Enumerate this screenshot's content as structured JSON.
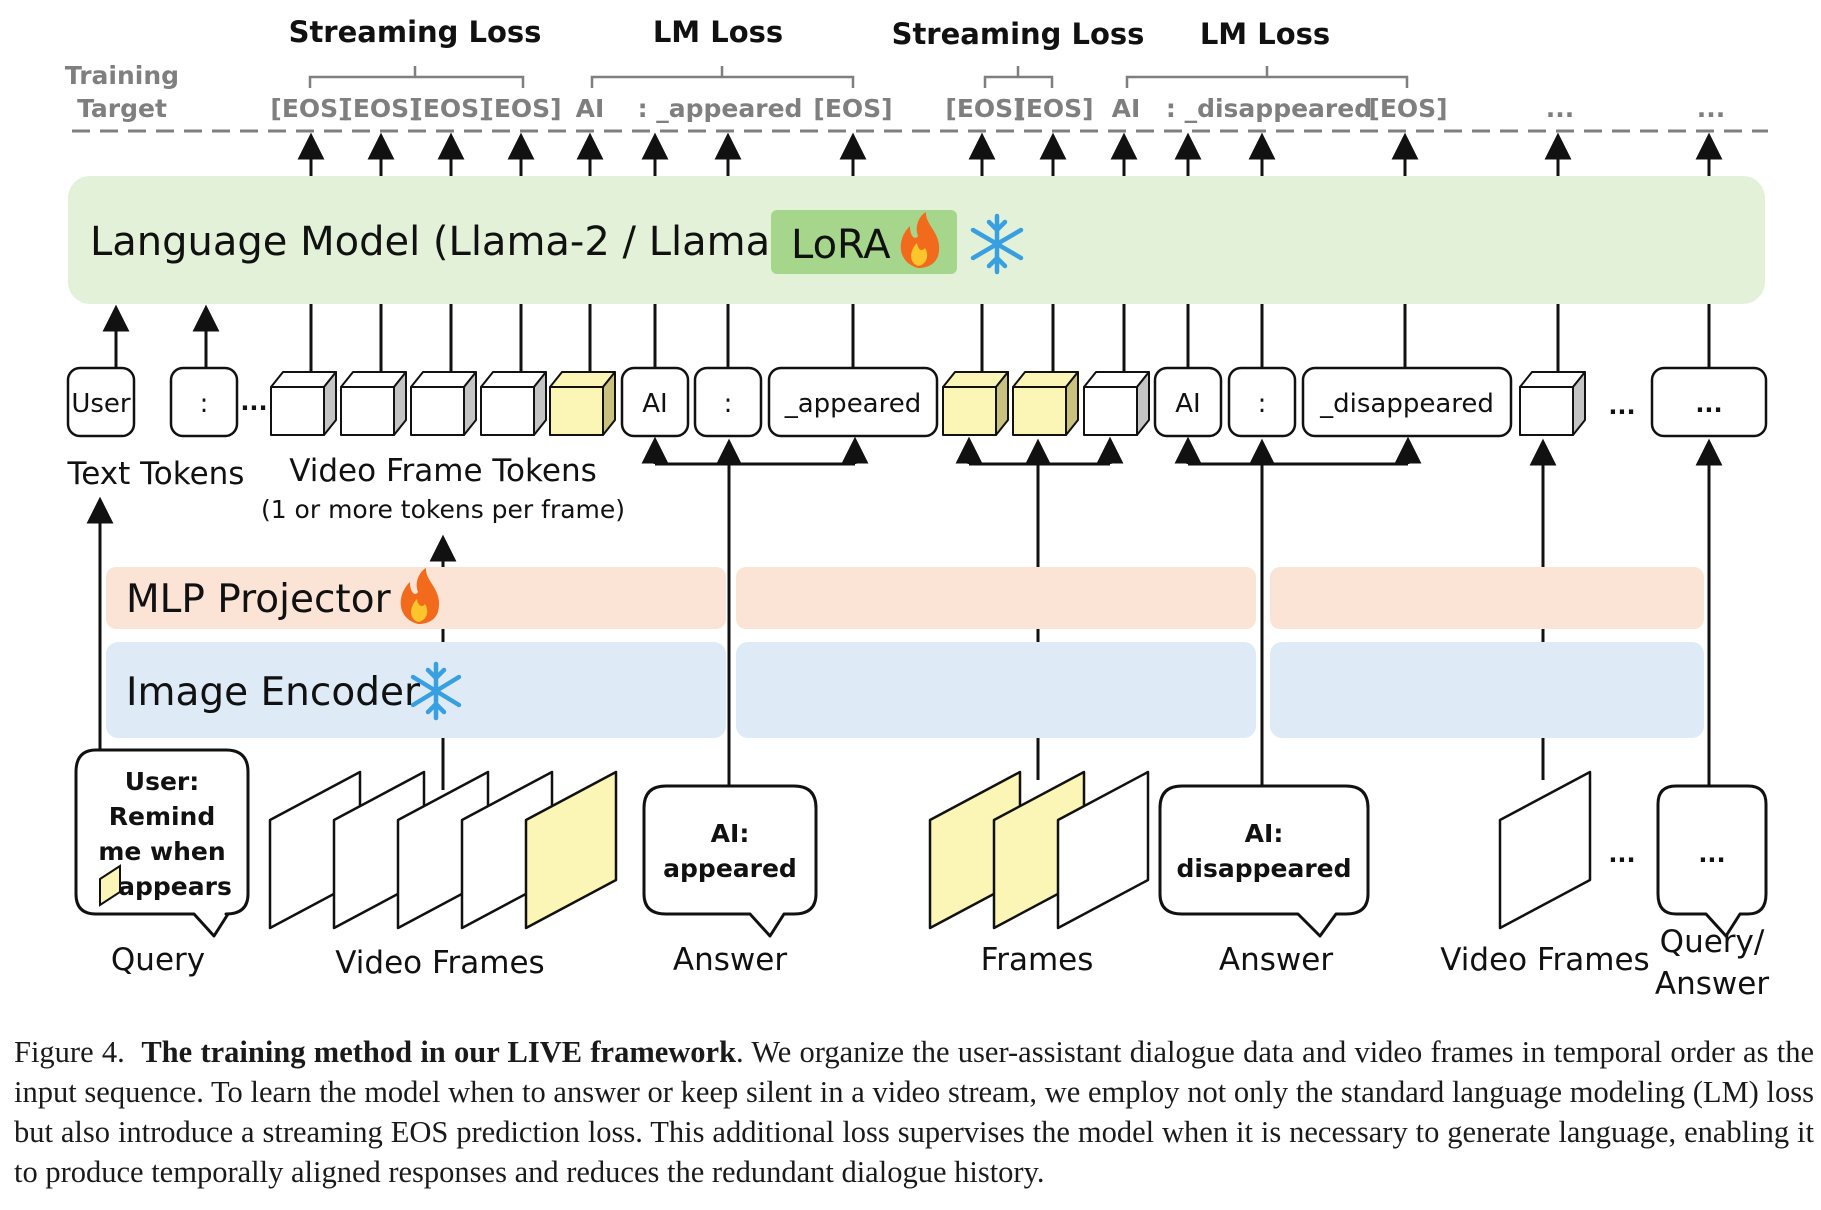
{
  "header": {
    "streaming_loss_1": "Streaming Loss",
    "lm_loss_1": "LM Loss",
    "streaming_loss_2": "Streaming Loss",
    "lm_loss_2": "LM Loss",
    "training_target_line1": "Training",
    "training_target_line2": "Target"
  },
  "targets": [
    "[EOS]",
    "[EOS]",
    "[EOS]",
    "[EOS]",
    "AI",
    ": _appeared",
    "[EOS]",
    "[EOS]",
    "[EOS]",
    "AI",
    ": _disappeared",
    "[EOS]",
    "...",
    "..."
  ],
  "language_model": {
    "label": "Language Model (Llama-2 / Llama-3)",
    "lora": "LoRA"
  },
  "tokens": {
    "user": "User",
    "colon_1": ":",
    "dots_1": "...",
    "ai_1": "AI",
    "colon_2": ":",
    "appeared": "_appeared",
    "ai_2": "AI",
    "colon_3": ":",
    "disappeared": "_disappeared",
    "dots_2": "...",
    "dots_3": "..."
  },
  "token_labels": {
    "text_tokens": "Text Tokens",
    "video_frame_tokens": "Video Frame Tokens",
    "video_frame_tokens_sub": "(1 or more tokens per frame)"
  },
  "modules": {
    "mlp_projector": "MLP Projector",
    "image_encoder": "Image Encoder"
  },
  "bubbles": {
    "query": [
      "User:",
      "Remind",
      "me when",
      "appears"
    ],
    "answer_1": [
      "AI:",
      "appeared"
    ],
    "answer_2": [
      "AI:",
      "disappeared"
    ],
    "dots": "...",
    "frames_dots": "..."
  },
  "bottom_labels": {
    "query": "Query",
    "video_frames_1": "Video Frames",
    "answer_1": "Answer",
    "frames": "Frames",
    "answer_2": "Answer",
    "video_frames_2": "Video Frames",
    "query_answer_line1": "Query/",
    "query_answer_line2": "Answer"
  },
  "caption": {
    "prefix": "Figure 4.",
    "bold": "The training method in our LIVE framework",
    "text": ". We organize the user-assistant dialogue data and video frames in temporal order as the input sequence. To learn the model when to answer or keep silent in a video stream, we employ not only the standard language modeling (LM) loss but also introduce a streaming EOS prediction loss. This additional loss supervises the model when it is necessary to generate language, enabling it to produce temporally aligned responses and reduces the redundant dialogue history."
  },
  "colors": {
    "lm_green": "#e3f1d8",
    "lora_green": "#a6d68c",
    "mlp_peach": "#fbe3d6",
    "encoder_blue": "#deebf7",
    "frame_yellow": "#fbf6b5",
    "target_gray": "#7f7f7f"
  }
}
